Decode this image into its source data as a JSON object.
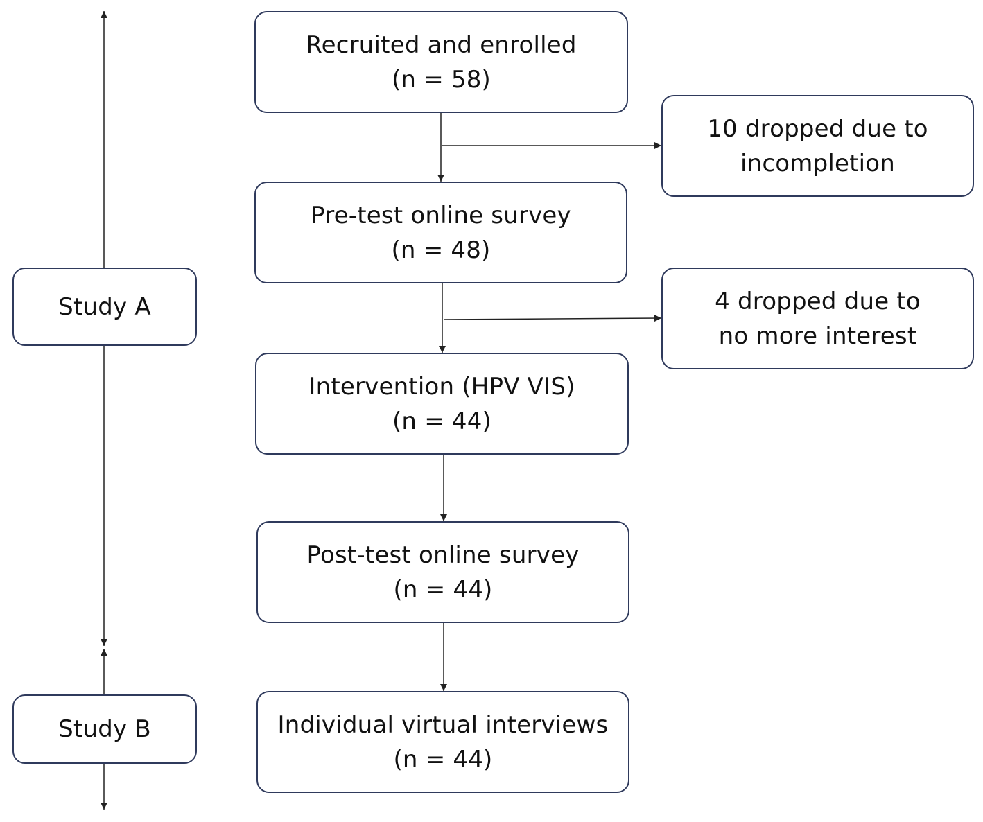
{
  "flow": {
    "recruited": {
      "title": "Recruited and enrolled",
      "count": "(n = 58)"
    },
    "pretest": {
      "title": "Pre-test online survey",
      "count": "(n = 48)"
    },
    "intervention": {
      "title": "Intervention (HPV VIS)",
      "count": "(n = 44)"
    },
    "posttest": {
      "title": "Post-test online survey",
      "count": "(n = 44)"
    },
    "interviews": {
      "title": "Individual virtual interviews",
      "count": "(n = 44)"
    }
  },
  "dropouts": {
    "first": {
      "line1": "10 dropped due to",
      "line2": "incompletion"
    },
    "second": {
      "line1": "4 dropped due to",
      "line2": "no more interest"
    }
  },
  "studies": {
    "a": "Study A",
    "b": "Study B"
  },
  "colors": {
    "box_border": "#2f3a5c",
    "arrow": "#222222"
  }
}
